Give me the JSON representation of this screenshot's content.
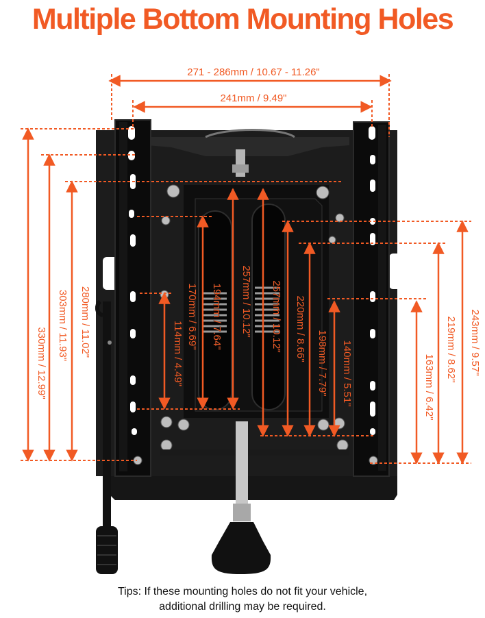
{
  "title": "Multiple Bottom Mounting Holes",
  "tips": {
    "line1": "Tips: If these mounting holes do not fit your vehicle,",
    "line2": "additional drilling may be required."
  },
  "accent_color": "#f15a24",
  "dimensions": {
    "outer_width": "271 - 286mm / 10.67 - 11.26\"",
    "inner_width": "241mm / 9.49\"",
    "h330": "330mm / 12.99\"",
    "h303": "303mm / 11.93\"",
    "h280": "280mm / 11.02\"",
    "h114": "114mm / 4.49\"",
    "h170": "170mm / 6.69\"",
    "h194": "194mm / 7.64\"",
    "h257a": "257mm / 10.12\"",
    "h257b": "257mm / 10.12\"",
    "h220": "220mm / 8.66\"",
    "h198": "198mm / 7.79\"",
    "h140": "140mm / 5.51\"",
    "h163": "163mm / 6.42\"",
    "h219": "219mm / 8.62\"",
    "h243": "243mm / 9.57\""
  }
}
